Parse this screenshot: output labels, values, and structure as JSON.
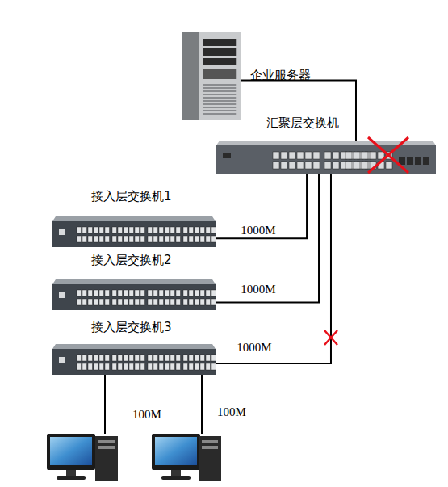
{
  "diagram": {
    "nodes": [
      {
        "text": [
          "企业服务器"
        ]
      },
      {
        "text": [
          "汇聚层交换机"
        ]
      },
      {
        "text": [
          "接入层交换机1"
        ]
      },
      {
        "text": [
          "接入层交换机2"
        ]
      },
      {
        "text": [
          "接入层交换机3"
        ]
      }
    ],
    "edges": [
      {
        "from": 0,
        "to": 1,
        "arrow": "none"
      },
      {
        "from": 1,
        "to": 2,
        "label": "1000M",
        "arrow": "none"
      },
      {
        "from": 1,
        "to": 3,
        "label": "1000M",
        "arrow": "none"
      },
      {
        "from": 1,
        "to": 4,
        "label": "1000M",
        "arrow": "none"
      }
    ],
    "labels": [
      "100M",
      "100M"
    ]
  }
}
